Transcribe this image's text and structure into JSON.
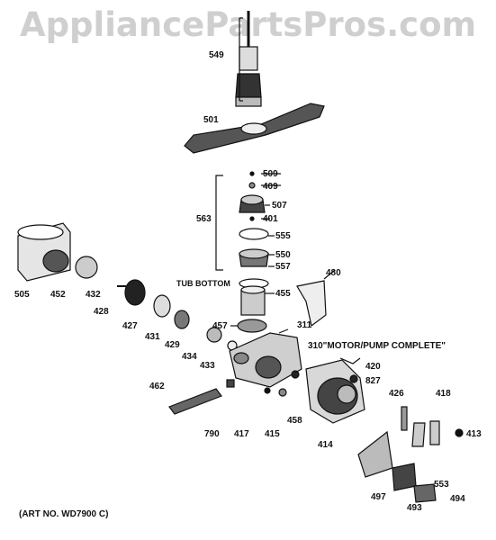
{
  "watermark": "AppliancePartsPros.com",
  "art_number": "(ART NO. WD7900 C)",
  "labels": {
    "p549": "549",
    "p501": "501",
    "p509": "509",
    "p409": "409",
    "p507": "507",
    "p563": "563",
    "p401": "401",
    "p555": "555",
    "p550": "550",
    "p557": "557",
    "tub_bottom": "TUB BOTTOM",
    "p455": "455",
    "p480": "480",
    "p505": "505",
    "p452": "452",
    "p432": "432",
    "p428": "428",
    "p427": "427",
    "p431": "431",
    "p429": "429",
    "p434": "434",
    "p457": "457",
    "p433": "433",
    "p311": "311",
    "p310": "310\"MOTOR/PUMP COMPLETE\"",
    "p420": "420",
    "p827": "827",
    "p462": "462",
    "p790": "790",
    "p417": "417",
    "p415": "415",
    "p458": "458",
    "p414": "414",
    "p426": "426",
    "p418": "418",
    "p413": "413",
    "p553": "553",
    "p497": "497",
    "p493": "493",
    "p494": "494"
  }
}
